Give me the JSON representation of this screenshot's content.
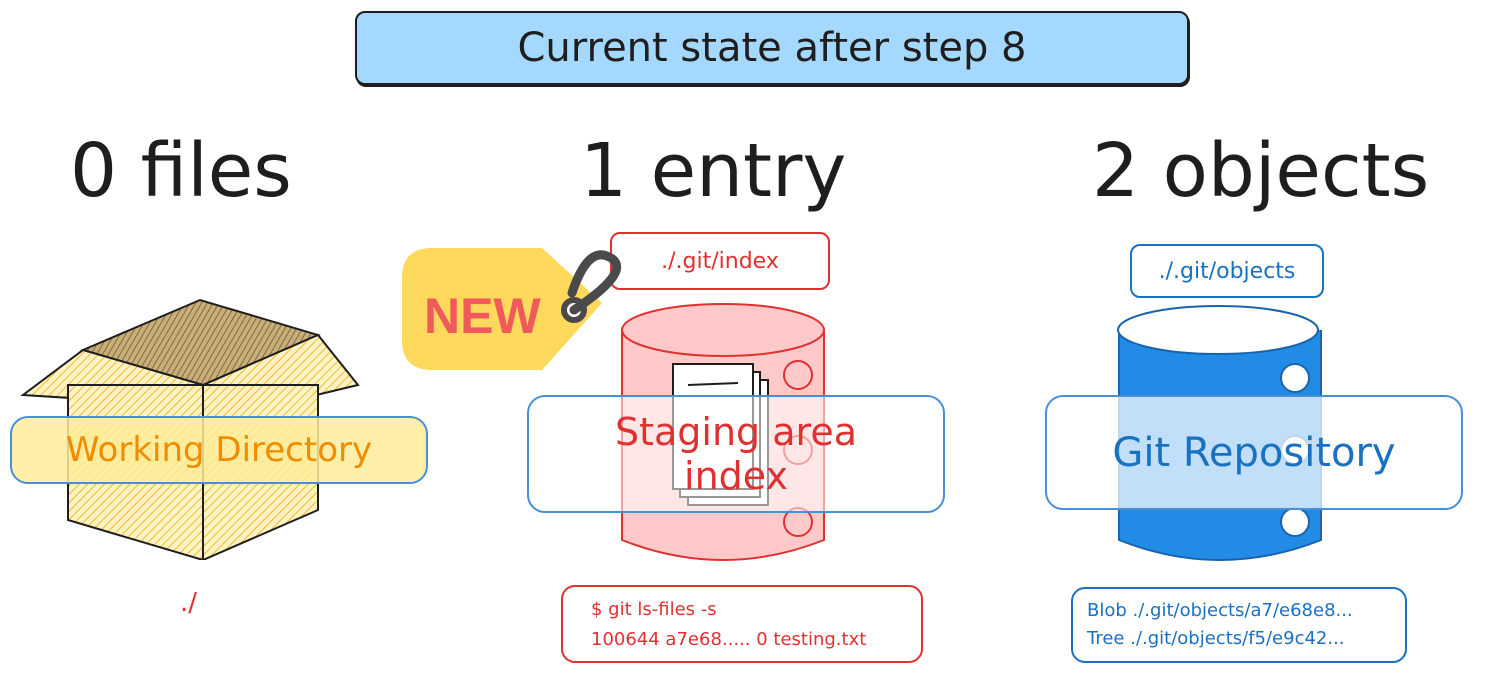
{
  "title": "Current state after step 8",
  "columns": [
    {
      "count_label": "0 files",
      "container_label": "Working Directory",
      "path": "./",
      "color": "#f08c00"
    },
    {
      "count_label": "1 entry",
      "container_label_line1": "Staging area",
      "container_label_line2": "index",
      "path": "./.git/index",
      "badge": "NEW",
      "info_lines": [
        "$ git ls-files -s",
        "100644 a7e68..... 0 testing.txt"
      ],
      "color": "#e03131"
    },
    {
      "count_label": "2 objects",
      "container_label": "Git Repository",
      "path": "./.git/objects",
      "info_lines": [
        "Blob ./.git/objects/a7/e68e8...",
        "Tree ./.git/objects/f5/e9c42..."
      ],
      "color": "#1971c2"
    }
  ],
  "colors": {
    "title_bg": "#a5d8ff",
    "box_fill": "#ffc94d",
    "staging_fill": "#ffc9c9",
    "repo_fill": "#228be6",
    "badge_bg": "#ffd95c",
    "badge_text": "#f05a5a"
  }
}
